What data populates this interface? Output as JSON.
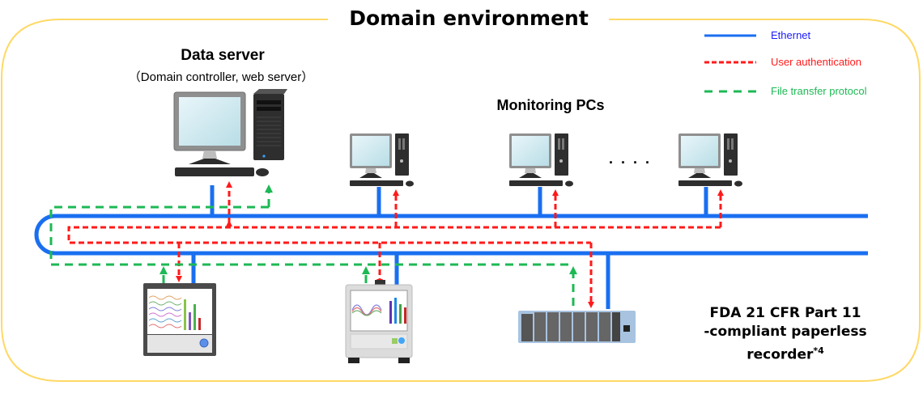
{
  "title": "Domain environment",
  "colors": {
    "ethernet": "#1a6ff0",
    "auth": "#ff1a1a",
    "file": "#1db954",
    "border": "#ffd966"
  },
  "legend": [
    {
      "label": "Ethernet",
      "style": "solid",
      "color": "#1a1aff"
    },
    {
      "label": "User authentication",
      "style": "dashed-fine",
      "color": "#ff1a1a"
    },
    {
      "label": "File transfer protocol",
      "style": "dashed-coarse",
      "color": "#1db954"
    }
  ],
  "data_server": {
    "title": "Data server",
    "subtitle": "（Domain controller, web server）"
  },
  "monitoring": {
    "title": "Monitoring PCs",
    "ellipsis": "...."
  },
  "recorder": {
    "label_line1": "FDA 21 CFR Part 11",
    "label_line2": "-compliant paperless",
    "label_line3": "recorder",
    "footnote": "*4"
  }
}
